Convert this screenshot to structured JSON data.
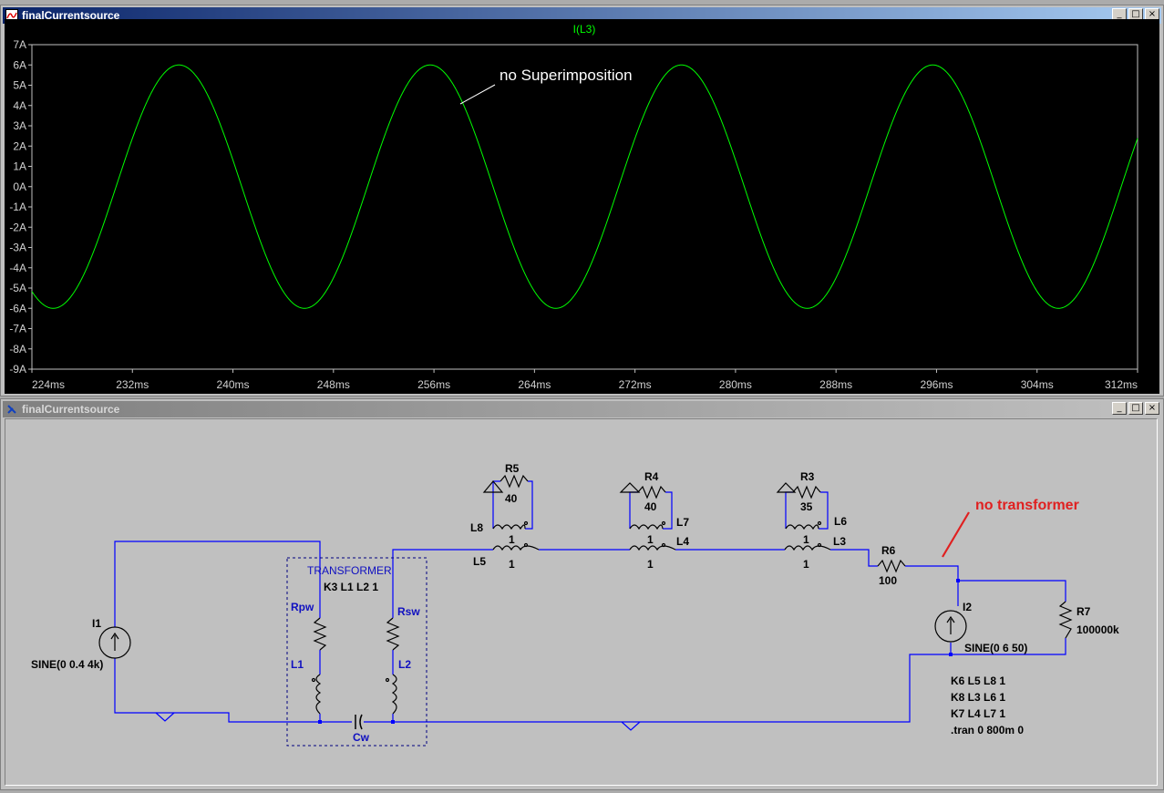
{
  "waveform_window": {
    "title": "finalCurrentsource",
    "buttons": {
      "minimize": "_",
      "restore": "□",
      "close": "×"
    }
  },
  "schematic_window": {
    "title": "finalCurrentsource",
    "buttons": {
      "minimize": "_",
      "restore": "□",
      "close": "×"
    }
  },
  "plot": {
    "trace_label": "I(L3)",
    "annotation": "no Superimposition",
    "trace_color": "#00ff00",
    "background": "#000000"
  },
  "chart_data": {
    "type": "line",
    "title": "I(L3)",
    "xlabel": "",
    "ylabel": "",
    "xlim_ms": [
      224,
      312
    ],
    "ylim_A": [
      -9,
      7
    ],
    "x_ticks": [
      "224ms",
      "232ms",
      "240ms",
      "248ms",
      "256ms",
      "264ms",
      "272ms",
      "280ms",
      "288ms",
      "296ms",
      "304ms",
      "312ms"
    ],
    "y_ticks": [
      "7A",
      "6A",
      "5A",
      "4A",
      "3A",
      "2A",
      "1A",
      "0A",
      "-1A",
      "-2A",
      "-3A",
      "-4A",
      "-5A",
      "-6A",
      "-7A",
      "-8A",
      "-9A"
    ],
    "series": [
      {
        "name": "I(L3)",
        "amplitude_A": 6,
        "frequency_Hz": 50,
        "peak_times_ms": [
          235.7,
          255.7,
          275.7,
          295.7
        ],
        "trough_times_ms": [
          225.7,
          245.7,
          265.7,
          285.7,
          305.7
        ],
        "color": "#00ff00"
      }
    ],
    "annotations": [
      "no Superimposition"
    ]
  },
  "schematic": {
    "note_no_transformer": "no transformer",
    "accent_red": "#e02020",
    "wire_color": "#0000ff",
    "labels": {
      "I1": "I1",
      "I1_value": "SINE(0 0.4 4k)",
      "I2": "I2",
      "I2_value": "SINE(0 6 50)",
      "transformer": "TRANSFORMER",
      "transformer_coupling": "K3 L1 L2 1",
      "Rpw": "Rpw",
      "Rsw": "Rsw",
      "L1": "L1",
      "L2": "L2",
      "Cw": "Cw",
      "R5": "R5",
      "R5_value": "40",
      "R4": "R4",
      "R4_value": "40",
      "R3": "R3",
      "R3_value": "35",
      "L8": "L8",
      "L5": "L5",
      "L7": "L7",
      "L4": "L4",
      "L6": "L6",
      "L3": "L3",
      "L8_value": "1",
      "L5_value": "1",
      "L7_value": "1",
      "L4_value": "1",
      "L6_value": "1",
      "L3_value": "1",
      "R6": "R6",
      "R6_value": "100",
      "R7": "R7",
      "R7_value": "100000k"
    },
    "directives": [
      "K6 L5 L8 1",
      "K8 L3 L6 1",
      "K7 L4 L7 1",
      ".tran 0 800m 0"
    ]
  }
}
